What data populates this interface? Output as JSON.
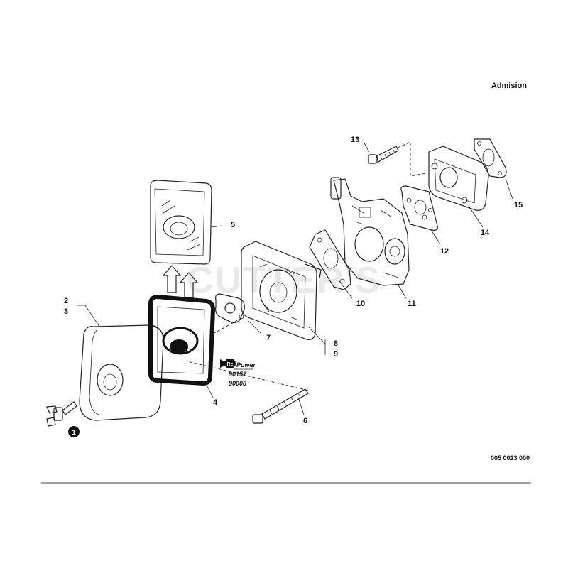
{
  "header": {
    "section_title": "Admision"
  },
  "parts": [
    {
      "id": "p1",
      "label": "1"
    },
    {
      "id": "p2",
      "label": "2"
    },
    {
      "id": "p3",
      "label": "3"
    },
    {
      "id": "p4",
      "label": "4"
    },
    {
      "id": "p5",
      "label": "5"
    },
    {
      "id": "p6",
      "label": "6"
    },
    {
      "id": "p7",
      "label": "7"
    },
    {
      "id": "p8",
      "label": "8"
    },
    {
      "id": "p9",
      "label": "9"
    },
    {
      "id": "p10",
      "label": "10"
    },
    {
      "id": "p11",
      "label": "11"
    },
    {
      "id": "p12",
      "label": "12"
    },
    {
      "id": "p13",
      "label": "13"
    },
    {
      "id": "p14",
      "label": "14"
    },
    {
      "id": "p15",
      "label": "15"
    }
  ],
  "repower": {
    "brand_re": "Re",
    "brand_power": "Power",
    "numbers": [
      "90157",
      "90008"
    ]
  },
  "watermark": "CUTTER'S",
  "diagram_code": "005 0013 000"
}
